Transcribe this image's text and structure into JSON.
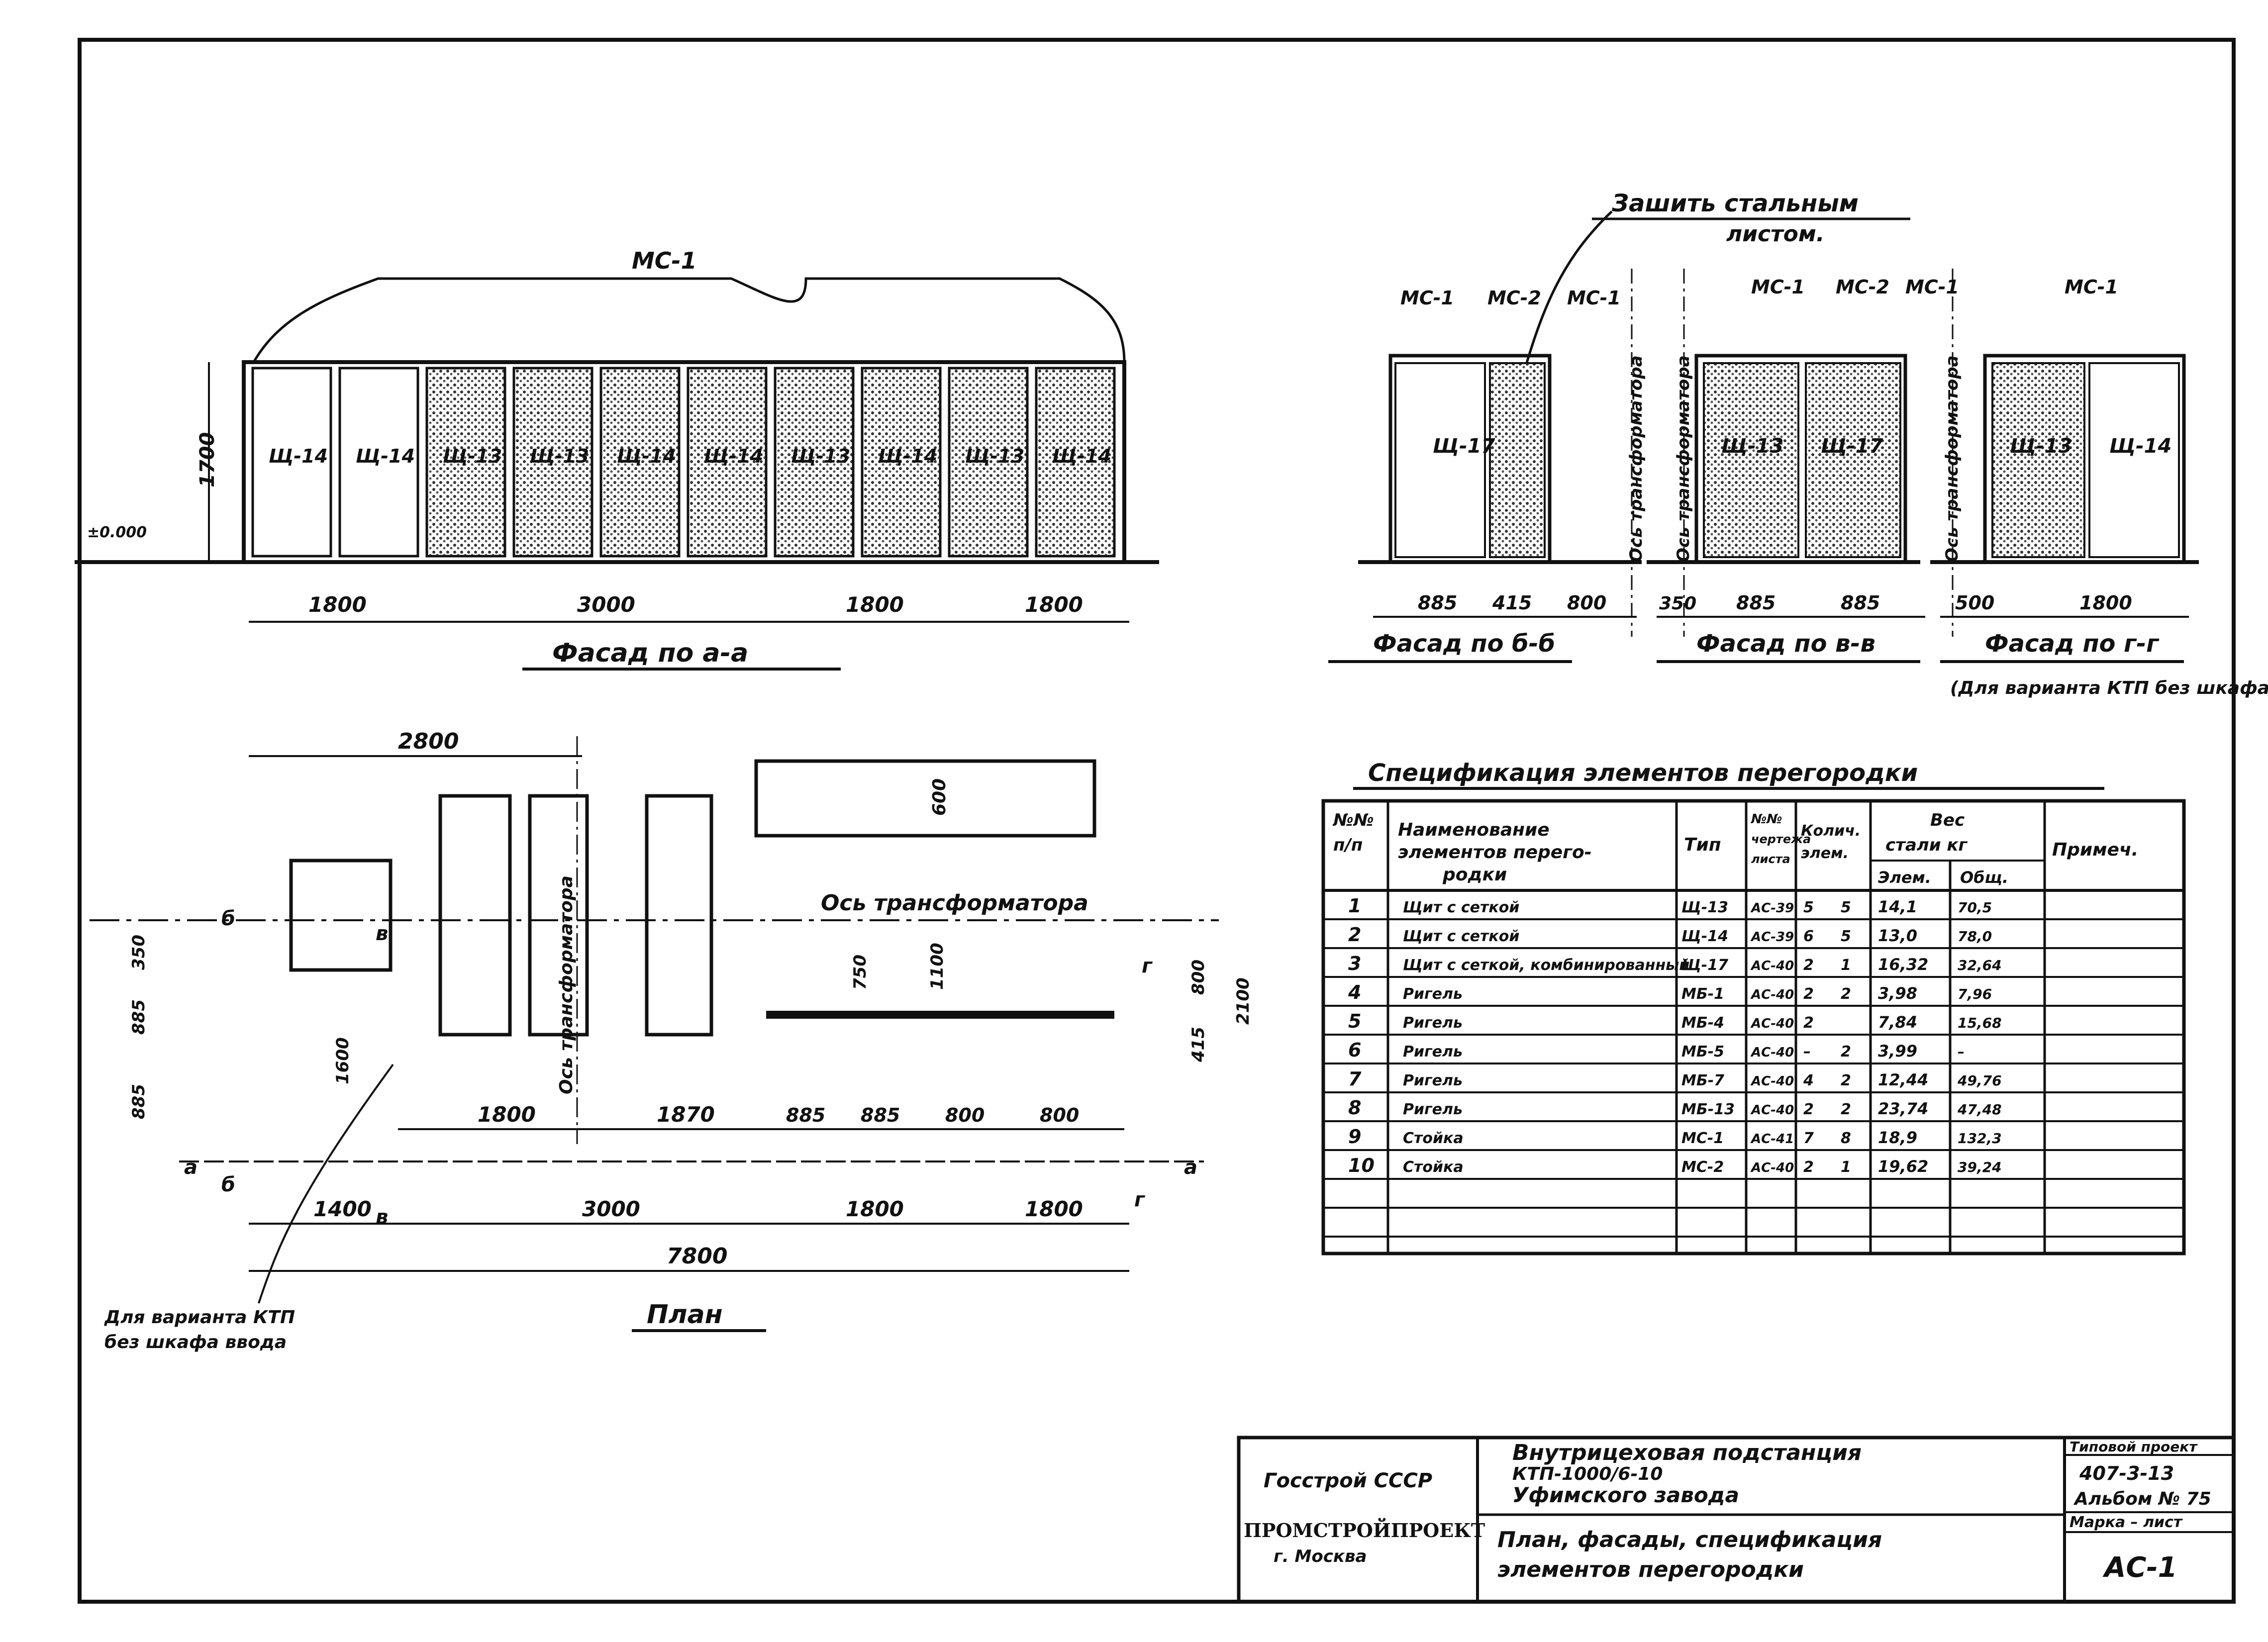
{
  "facade_a": {
    "callout": "МС-1",
    "panels": [
      "Щ-14",
      "Щ-14",
      "Щ-13",
      "Щ-13",
      "Щ-14",
      "Щ-14",
      "Щ-13",
      "Щ-14",
      "Щ-13",
      "Щ-14"
    ],
    "height_dim": "1700",
    "level": "±0.000",
    "dims": [
      "1800",
      "3000",
      "1800",
      "1800"
    ],
    "title": "Фасад по а-а"
  },
  "facade_b": {
    "callouts": [
      "МС-1",
      "МС-2",
      "МС-1"
    ],
    "panels": [
      "Щ-17"
    ],
    "dims": [
      "885",
      "415",
      "800"
    ],
    "axis": "Ось трансформатора",
    "title": "Фасад по б-б"
  },
  "facade_v": {
    "callouts": [
      "МС-1",
      "МС-2",
      "МС-1"
    ],
    "panels": [
      "Щ-13",
      "Щ-17"
    ],
    "dims": [
      "350",
      "885",
      "885"
    ],
    "axis": "Ось трансформатора",
    "title": "Фасад по в-в"
  },
  "facade_g": {
    "callout": "МС-1",
    "panels": [
      "Щ-13",
      "Щ-14"
    ],
    "dims": [
      "500",
      "1800"
    ],
    "axis": "Ось трансформатора",
    "title": "Фасад по г-г",
    "note": "(Для варианта КТП без шкафа ввода)"
  },
  "sheath_note": [
    "Зашить стальным",
    "листом."
  ],
  "plan": {
    "title": "План",
    "axis": "Ось трансформатора",
    "vertical_axis": "Ось трансформатора",
    "top_dim": "2800",
    "section_dims": [
      "600",
      "750",
      "1100",
      "800",
      "415",
      "2100"
    ],
    "left_dims": [
      "350",
      "885",
      "885",
      "1600"
    ],
    "inner_dims": [
      "1800",
      "1870",
      "885",
      "885",
      "800",
      "800"
    ],
    "bottom_dims": [
      "1400",
      "3000",
      "1800",
      "1800"
    ],
    "overall": "7800",
    "section_marks": [
      "б",
      "б",
      "в",
      "в",
      "г",
      "г",
      "а",
      "а"
    ],
    "note": [
      "Для варианта КТП",
      "без шкафа ввода"
    ]
  },
  "spec": {
    "title": "Спецификация элементов перегородки",
    "headers": {
      "num": [
        "№№",
        "п/п"
      ],
      "name": [
        "Наименование",
        "элементов перего-",
        "родки"
      ],
      "type": "Тип",
      "drawing": [
        "№№",
        "чертежа",
        "листа"
      ],
      "qty": [
        "Колич.",
        "элем."
      ],
      "weight": [
        "Вес",
        "стали кг"
      ],
      "weight_elem": "Элем.",
      "weight_total": "Общ.",
      "note": "Примеч."
    },
    "rows": [
      {
        "n": "1",
        "name": "Щит с сеткой",
        "type": "Щ-13",
        "ref": "АС-39",
        "q1": "5",
        "q2": "5",
        "w": "14,1",
        "wt": "70,5"
      },
      {
        "n": "2",
        "name": "Щит с сеткой",
        "type": "Щ-14",
        "ref": "АС-39",
        "q1": "6",
        "q2": "5",
        "w": "13,0",
        "wt": "78,0"
      },
      {
        "n": "3",
        "name": "Щит с сеткой, комбинированный",
        "type": "Щ-17",
        "ref": "АС-40",
        "q1": "2",
        "q2": "1",
        "w": "16,32",
        "wt": "32,64"
      },
      {
        "n": "4",
        "name": "Ригель",
        "type": "МБ-1",
        "ref": "АС-40",
        "q1": "2",
        "q2": "2",
        "w": "3,98",
        "wt": "7,96"
      },
      {
        "n": "5",
        "name": "Ригель",
        "type": "МБ-4",
        "ref": "АС-40",
        "q1": "2",
        "q2": "",
        "w": "7,84",
        "wt": "15,68"
      },
      {
        "n": "6",
        "name": "Ригель",
        "type": "МБ-5",
        "ref": "АС-40",
        "q1": "–",
        "q2": "2",
        "w": "3,99",
        "wt": "–"
      },
      {
        "n": "7",
        "name": "Ригель",
        "type": "МБ-7",
        "ref": "АС-40",
        "q1": "4",
        "q2": "2",
        "w": "12,44",
        "wt": "49,76"
      },
      {
        "n": "8",
        "name": "Ригель",
        "type": "МБ-13",
        "ref": "АС-40",
        "q1": "2",
        "q2": "2",
        "w": "23,74",
        "wt": "47,48"
      },
      {
        "n": "9",
        "name": "Стойка",
        "type": "МС-1",
        "ref": "АС-41",
        "q1": "7",
        "q2": "8",
        "w": "18,9",
        "wt": "132,3"
      },
      {
        "n": "10",
        "name": "Стойка",
        "type": "МС-2",
        "ref": "АС-40",
        "q1": "2",
        "q2": "1",
        "w": "19,62",
        "wt": "39,24"
      }
    ]
  },
  "title_block": {
    "org1": "Госстрой СССР",
    "org2": "ПРОМСТРОЙПРОЕКТ",
    "city": "г. Москва",
    "project1": "Внутрицеховая подстанция",
    "project2": "КТП-1000/6-10",
    "project3": "Уфимского завода",
    "sheet_title1": "План, фасады, спецификация",
    "sheet_title2": "элементов перегородки",
    "standard_label": "Типовой проект",
    "standard_code": "407-3-13",
    "album": "Альбом № 75",
    "mark_label": "Марка – лист",
    "mark": "АС-1"
  }
}
